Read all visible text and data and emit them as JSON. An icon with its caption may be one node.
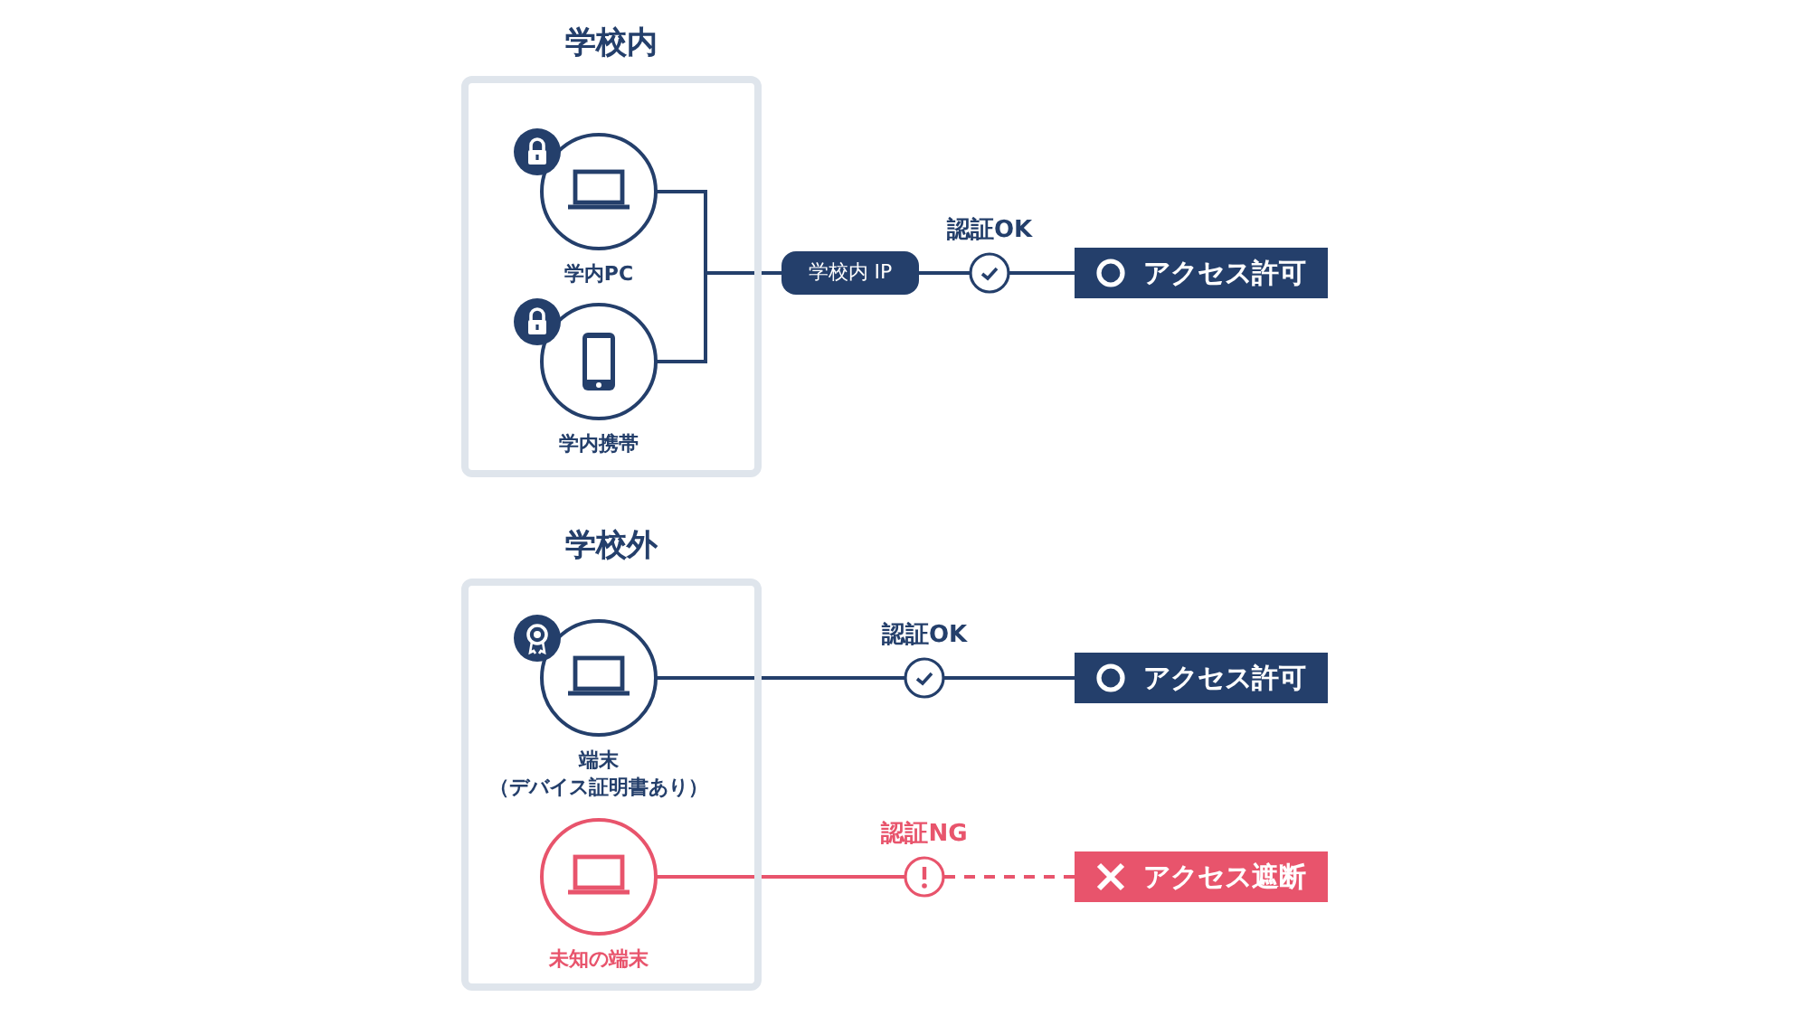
{
  "diagram": {
    "nodes": [
      {
        "text": [
          "学校内"
        ]
      },
      {
        "text": [
          "学内PC"
        ],
        "in": 0
      },
      {
        "text": [
          "学内携帯"
        ],
        "in": 0
      },
      {
        "text": [
          "学校内 IP"
        ]
      },
      {
        "text": [],
        "shape": "circle",
        "beside": [
          "認証OK"
        ]
      },
      {
        "text": [
          "アクセス許可"
        ]
      },
      {
        "text": [
          "学校外"
        ]
      },
      {
        "text": [
          "端末（デバイス証明書あり）"
        ],
        "in": 6
      },
      {
        "text": [
          "未知の端末"
        ],
        "in": 6
      },
      {
        "text": [],
        "shape": "circle",
        "beside": [
          "認証OK"
        ]
      },
      {
        "text": [
          "アクセス許可"
        ]
      },
      {
        "text": [],
        "shape": "circle",
        "beside": [
          "認証NG"
        ]
      },
      {
        "text": [
          "アクセス遮断"
        ]
      }
    ],
    "edges": [
      {
        "from": 1,
        "to": 3,
        "arrow": "none"
      },
      {
        "from": 2,
        "to": 3,
        "arrow": "none"
      },
      {
        "from": 3,
        "to": 4,
        "arrow": "none"
      },
      {
        "from": 4,
        "to": 5,
        "arrow": "none"
      },
      {
        "from": 7,
        "to": 9,
        "arrow": "none"
      },
      {
        "from": 9,
        "to": 10,
        "arrow": "none"
      },
      {
        "from": 8,
        "to": 11,
        "arrow": "none",
        "color": "#e8546c"
      },
      {
        "from": 11,
        "to": 12,
        "arrow": "none",
        "style": "dashed",
        "color": "#e8546c"
      }
    ]
  }
}
